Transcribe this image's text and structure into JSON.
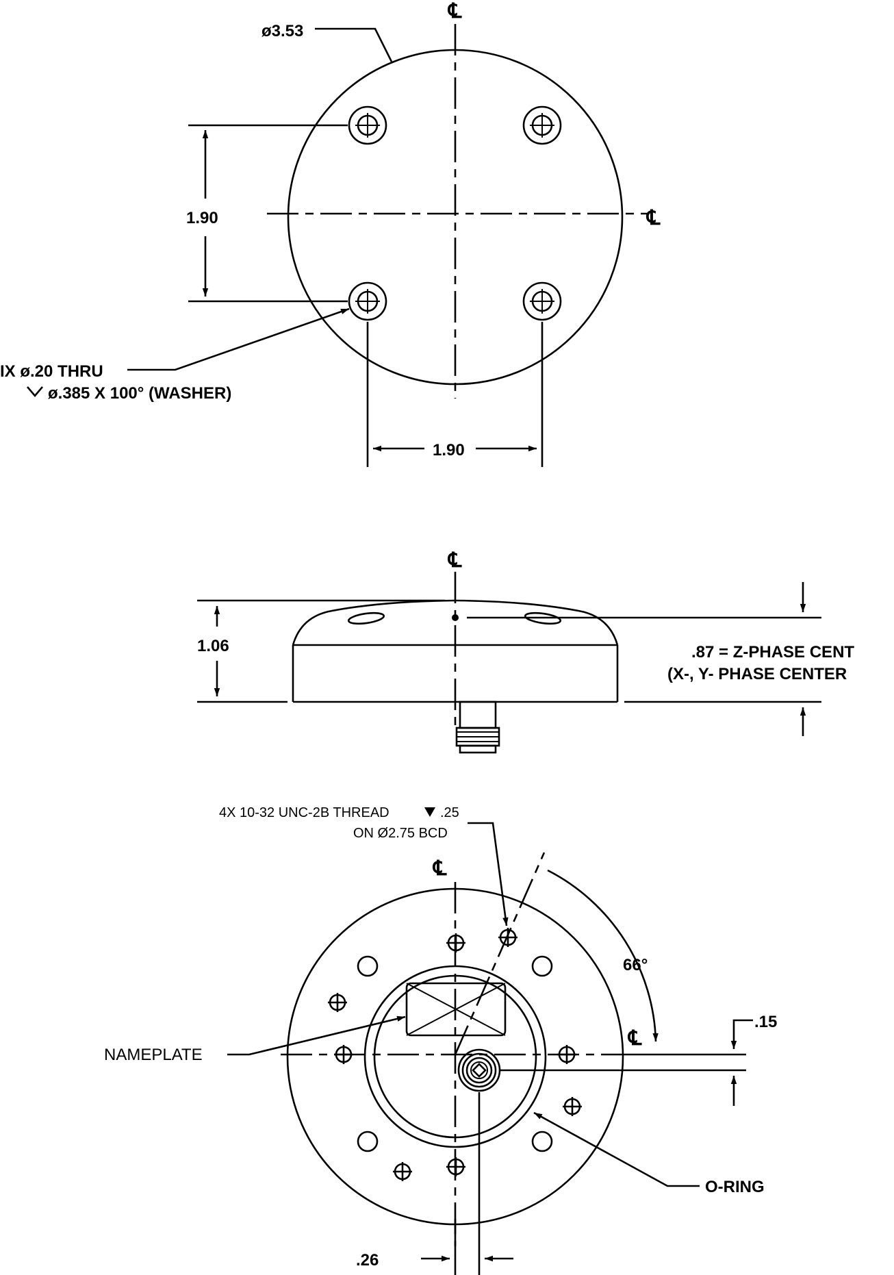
{
  "top_view": {
    "diameter_label": "ø3.53",
    "centerline_label": "℄",
    "centerline_label_h": "℄",
    "dim_vertical": "1.90",
    "dim_horizontal": "1.90",
    "hole_note_line1": "IX ø.20 THRU",
    "hole_note_line2": "ø.385 X 100° (WASHER)"
  },
  "side_view": {
    "centerline_label": "℄",
    "height_label": "1.06",
    "phase_note_line1": ".87 = Z-PHASE CENT",
    "phase_note_line2": "(X-, Y- PHASE CENTER"
  },
  "bottom_view": {
    "thread_note_line1": "4X 10-32 UNC-2B THREAD",
    "thread_note_depth": ".25",
    "thread_note_line2": "ON Ø2.75 BCD",
    "centerline_label_v": "℄",
    "centerline_label_h": "℄",
    "angle_label": "66°",
    "offset_label": ".15",
    "nameplate_label": "NAMEPLATE",
    "oring_label": "O-RING",
    "bottom_dim_label": ".26"
  }
}
